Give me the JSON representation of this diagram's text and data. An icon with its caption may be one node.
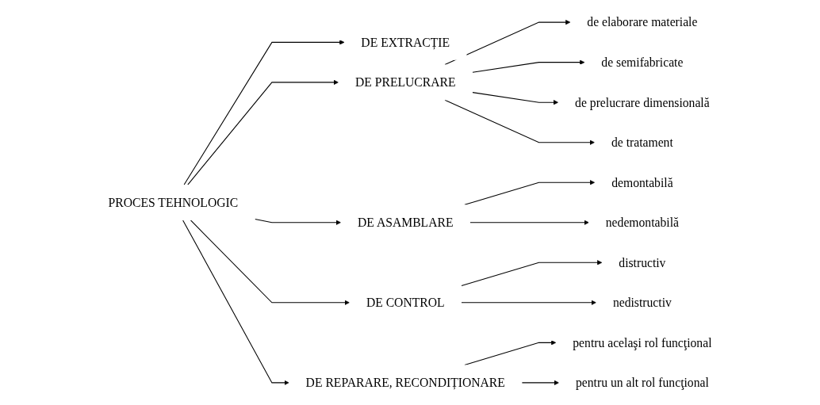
{
  "diagram": {
    "nodes": [
      {
        "text": [
          "PROCES TEHNOLOGIC"
        ]
      },
      {
        "text": [
          "DE EXTRACȚIE"
        ]
      },
      {
        "text": [
          "DE PRELUCRARE"
        ]
      },
      {
        "text": [
          "de elaborare materiale"
        ]
      },
      {
        "text": [
          "de semifabricate"
        ]
      },
      {
        "text": [
          "de prelucrare dimensională"
        ]
      },
      {
        "text": [
          "de tratament"
        ]
      },
      {
        "text": [
          "DE ASAMBLARE"
        ]
      },
      {
        "text": [
          "demontabilă"
        ]
      },
      {
        "text": [
          "nedemontabilă"
        ]
      },
      {
        "text": [
          "DE CONTROL"
        ]
      },
      {
        "text": [
          "distructiv"
        ]
      },
      {
        "text": [
          "nedistructiv"
        ]
      },
      {
        "text": [
          "DE REPARARE, RECONDIȚIONARE"
        ]
      },
      {
        "text": [
          "pentru acelaşi rol funcţional"
        ]
      },
      {
        "text": [
          "pentru un alt rol funcţional"
        ]
      }
    ],
    "edges": [
      {
        "from": 0,
        "to": 1,
        "arrow": "to"
      },
      {
        "from": 0,
        "to": 2,
        "arrow": "to"
      },
      {
        "from": 2,
        "to": 3,
        "arrow": "to"
      },
      {
        "from": 2,
        "to": 4,
        "arrow": "to"
      },
      {
        "from": 2,
        "to": 5,
        "arrow": "to"
      },
      {
        "from": 2,
        "to": 6,
        "arrow": "to"
      },
      {
        "from": 0,
        "to": 7,
        "arrow": "to"
      },
      {
        "from": 7,
        "to": 8,
        "arrow": "to"
      },
      {
        "from": 7,
        "to": 9,
        "arrow": "to"
      },
      {
        "from": 0,
        "to": 10,
        "arrow": "to"
      },
      {
        "from": 10,
        "to": 11,
        "arrow": "to"
      },
      {
        "from": 10,
        "to": 12,
        "arrow": "to"
      },
      {
        "from": 0,
        "to": 13,
        "arrow": "to"
      },
      {
        "from": 13,
        "to": 14,
        "arrow": "to"
      },
      {
        "from": 13,
        "to": 15,
        "arrow": "to"
      }
    ]
  }
}
